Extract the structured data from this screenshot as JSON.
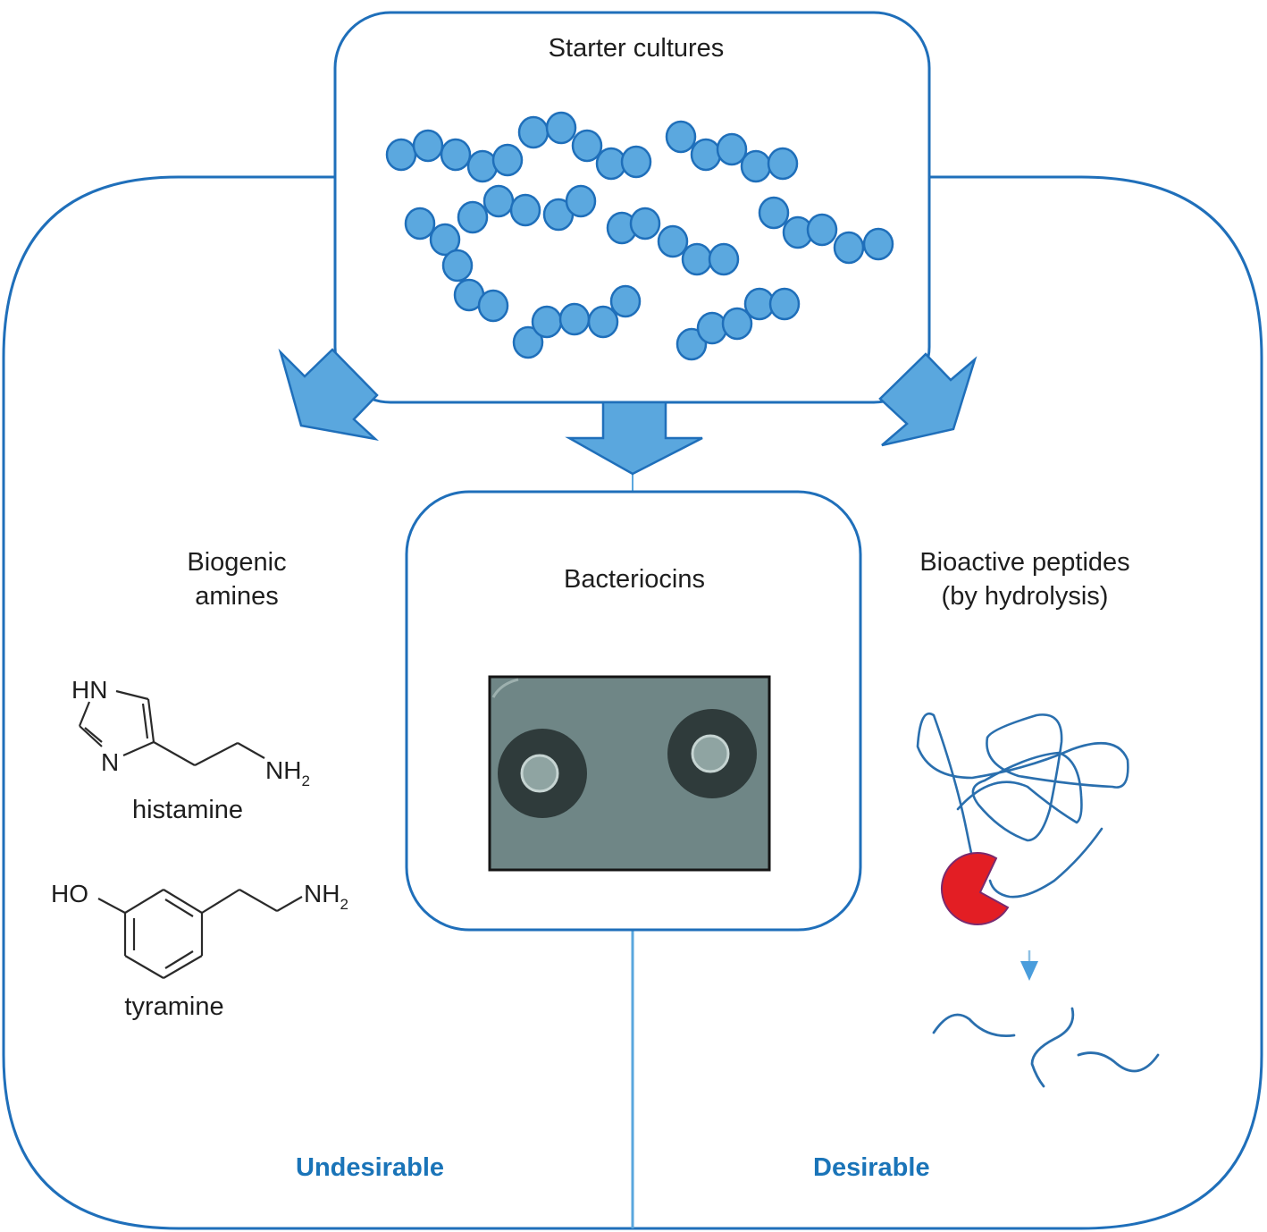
{
  "diagram": {
    "title": "Starter cultures",
    "colors": {
      "frame": "#1f6fba",
      "arrow_fill": "#5aa7de",
      "cell_fill": "#5ba8df",
      "cell_stroke": "#1f6fba",
      "label_accent": "#1a74b8",
      "enzyme": "#e31e24",
      "peptide": "#2a6fae",
      "plate": "#6e8484"
    },
    "branches": {
      "left": {
        "heading_line1": "Biogenic",
        "heading_line2": "amines",
        "compounds": [
          {
            "name": "histamine",
            "atom_ring_nh": "HN",
            "atom_ring_n": "N",
            "amine": "NH",
            "amine_sub": "2"
          },
          {
            "name": "tyramine",
            "hydroxyl": "HO",
            "amine": "NH",
            "amine_sub": "2"
          }
        ],
        "category": "Undesirable"
      },
      "center": {
        "heading": "Bacteriocins",
        "image_desc": "agar plate with two inhibition zones"
      },
      "right": {
        "heading_line1": "Bioactive peptides",
        "heading_line2": "(by hydrolysis)",
        "category": "Desirable"
      }
    }
  }
}
